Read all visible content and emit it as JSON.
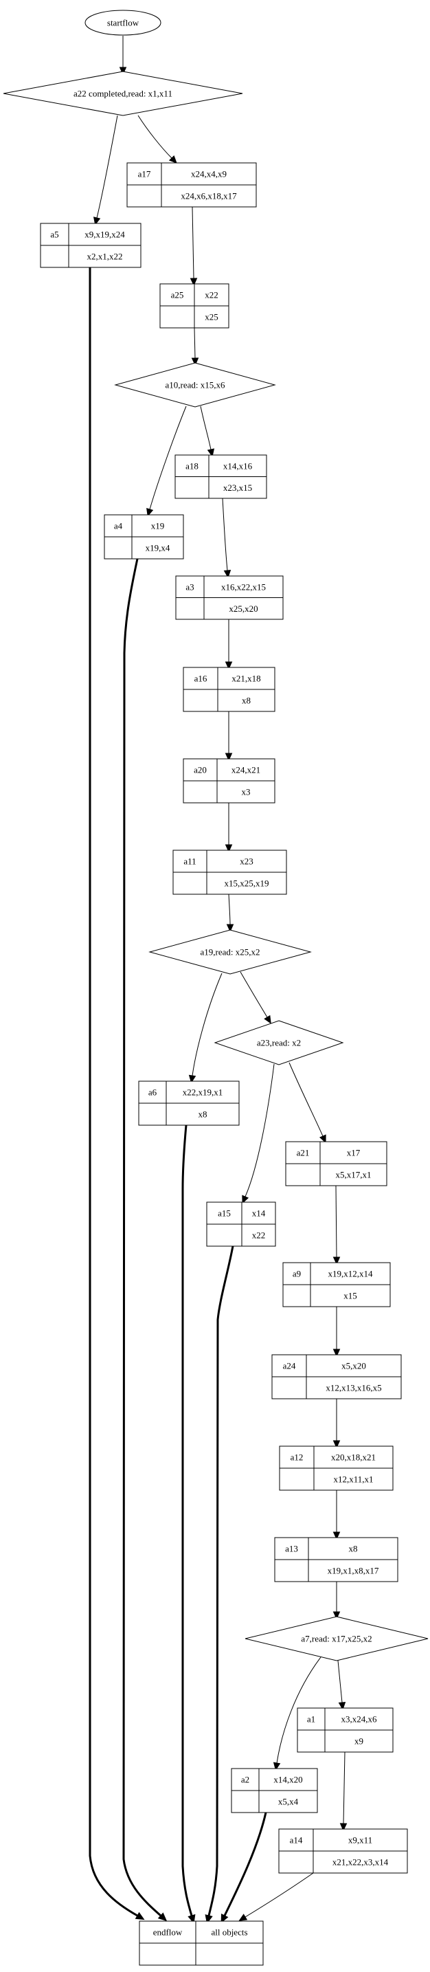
{
  "diagram": {
    "type": "flowchart",
    "start": {
      "id": "startflow",
      "label": "startflow",
      "shape": "ellipse"
    },
    "end": {
      "id": "endflow",
      "label": "endflow",
      "objects_label": "all objects",
      "shape": "record"
    },
    "decisions": [
      {
        "id": "d_a22",
        "label": "a22 completed,read: x1,x11"
      },
      {
        "id": "d_a10",
        "label": "a10,read: x15,x6"
      },
      {
        "id": "d_a19",
        "label": "a19,read: x25,x2"
      },
      {
        "id": "d_a23",
        "label": "a23,read: x2"
      },
      {
        "id": "d_a7",
        "label": "a7,read: x17,x25,x2"
      }
    ],
    "activities": [
      {
        "id": "a17",
        "name": "a17",
        "top": "x24,x4,x9",
        "bottom": "x24,x6,x18,x17"
      },
      {
        "id": "a5",
        "name": "a5",
        "top": "x9,x19,x24",
        "bottom": "x2,x1,x22"
      },
      {
        "id": "a25",
        "name": "a25",
        "top": "x22",
        "bottom": "x25"
      },
      {
        "id": "a18",
        "name": "a18",
        "top": "x14,x16",
        "bottom": "x23,x15"
      },
      {
        "id": "a4",
        "name": "a4",
        "top": "x19",
        "bottom": "x19,x4"
      },
      {
        "id": "a3",
        "name": "a3",
        "top": "x16,x22,x15",
        "bottom": "x25,x20"
      },
      {
        "id": "a16",
        "name": "a16",
        "top": "x21,x18",
        "bottom": "x8"
      },
      {
        "id": "a20",
        "name": "a20",
        "top": "x24,x21",
        "bottom": "x3"
      },
      {
        "id": "a11",
        "name": "a11",
        "top": "x23",
        "bottom": "x15,x25,x19"
      },
      {
        "id": "a6",
        "name": "a6",
        "top": "x22,x19,x1",
        "bottom": "x8"
      },
      {
        "id": "a21",
        "name": "a21",
        "top": "x17",
        "bottom": "x5,x17,x1"
      },
      {
        "id": "a15",
        "name": "a15",
        "top": "x14",
        "bottom": "x22"
      },
      {
        "id": "a9",
        "name": "a9",
        "top": "x19,x12,x14",
        "bottom": "x15"
      },
      {
        "id": "a24",
        "name": "a24",
        "top": "x5,x20",
        "bottom": "x12,x13,x16,x5"
      },
      {
        "id": "a12",
        "name": "a12",
        "top": "x20,x18,x21",
        "bottom": "x12,x11,x1"
      },
      {
        "id": "a13",
        "name": "a13",
        "top": "x8",
        "bottom": "x19,x1,x8,x17"
      },
      {
        "id": "a1",
        "name": "a1",
        "top": "x3,x24,x6",
        "bottom": "x9"
      },
      {
        "id": "a2",
        "name": "a2",
        "top": "x14,x20",
        "bottom": "x5,x4"
      },
      {
        "id": "a14",
        "name": "a14",
        "top": "x9,x11",
        "bottom": "x21,x22,x3,x14"
      }
    ],
    "edges": [
      {
        "from": "startflow",
        "to": "d_a22",
        "style": "normal"
      },
      {
        "from": "d_a22",
        "to": "a5",
        "style": "normal"
      },
      {
        "from": "d_a22",
        "to": "a17",
        "style": "normal"
      },
      {
        "from": "a17",
        "to": "a25",
        "style": "normal"
      },
      {
        "from": "a25",
        "to": "d_a10",
        "style": "normal"
      },
      {
        "from": "d_a10",
        "to": "a4",
        "style": "normal"
      },
      {
        "from": "d_a10",
        "to": "a18",
        "style": "normal"
      },
      {
        "from": "a18",
        "to": "a3",
        "style": "normal"
      },
      {
        "from": "a3",
        "to": "a16",
        "style": "normal"
      },
      {
        "from": "a16",
        "to": "a20",
        "style": "normal"
      },
      {
        "from": "a20",
        "to": "a11",
        "style": "normal"
      },
      {
        "from": "a11",
        "to": "d_a19",
        "style": "normal"
      },
      {
        "from": "d_a19",
        "to": "a6",
        "style": "normal"
      },
      {
        "from": "d_a19",
        "to": "d_a23",
        "style": "normal"
      },
      {
        "from": "d_a23",
        "to": "a15",
        "style": "normal"
      },
      {
        "from": "d_a23",
        "to": "a21",
        "style": "normal"
      },
      {
        "from": "a21",
        "to": "a9",
        "style": "normal"
      },
      {
        "from": "a9",
        "to": "a24",
        "style": "normal"
      },
      {
        "from": "a24",
        "to": "a12",
        "style": "normal"
      },
      {
        "from": "a12",
        "to": "a13",
        "style": "normal"
      },
      {
        "from": "a13",
        "to": "d_a7",
        "style": "normal"
      },
      {
        "from": "d_a7",
        "to": "a2",
        "style": "normal"
      },
      {
        "from": "d_a7",
        "to": "a1",
        "style": "normal"
      },
      {
        "from": "a1",
        "to": "a14",
        "style": "normal"
      },
      {
        "from": "a5",
        "to": "endflow",
        "style": "bold"
      },
      {
        "from": "a4",
        "to": "endflow",
        "style": "bold"
      },
      {
        "from": "a6",
        "to": "endflow",
        "style": "bold"
      },
      {
        "from": "a15",
        "to": "endflow",
        "style": "bold"
      },
      {
        "from": "a2",
        "to": "endflow",
        "style": "bold"
      },
      {
        "from": "a14",
        "to": "endflow",
        "style": "normal"
      }
    ]
  }
}
